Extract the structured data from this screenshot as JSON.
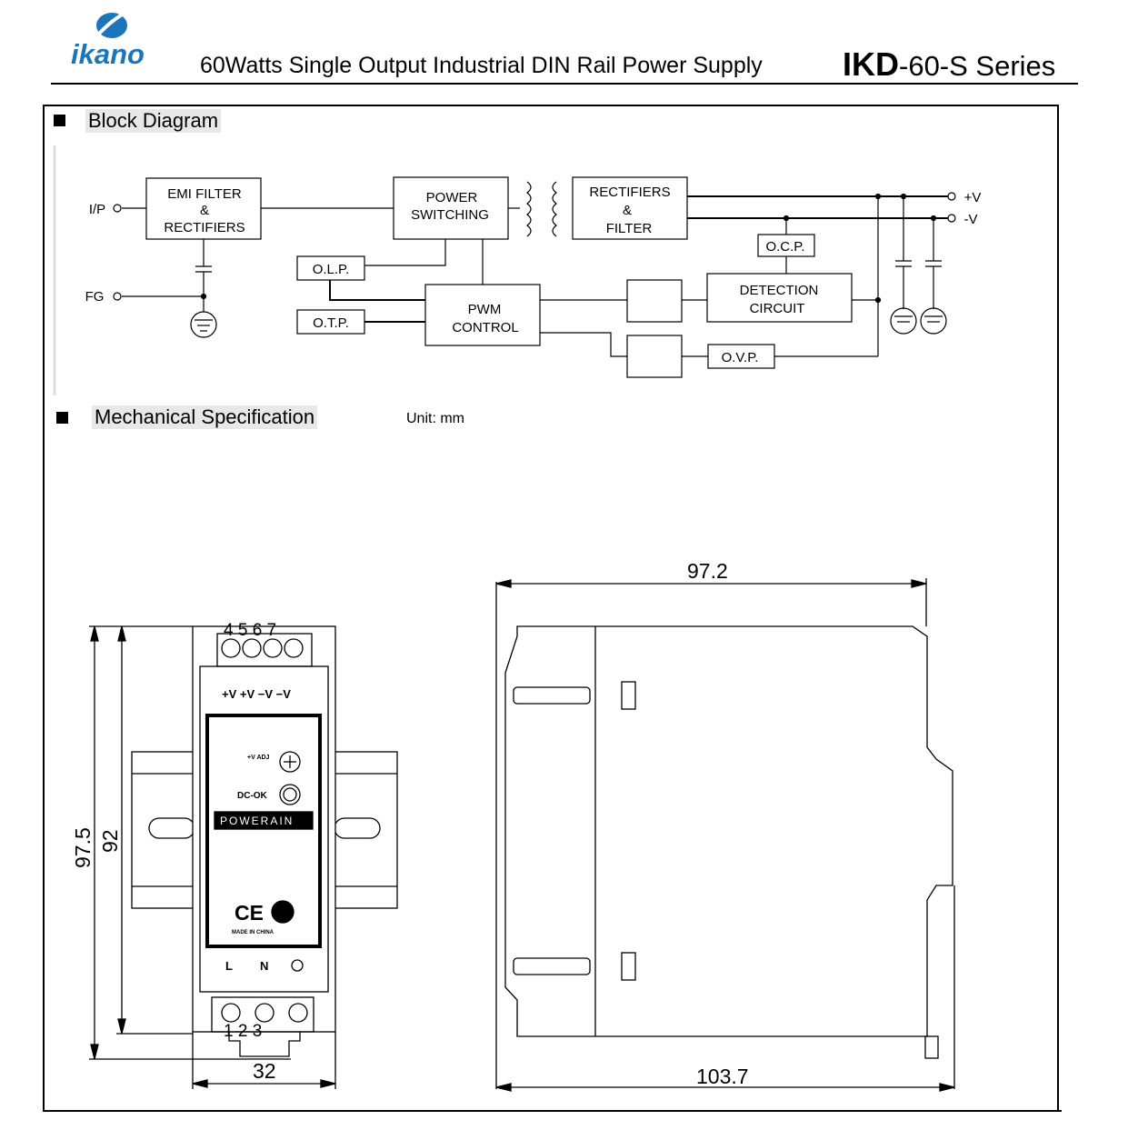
{
  "header": {
    "brand": "ikano",
    "subtitle": "60Watts Single Output Industrial DIN Rail Power Supply",
    "series_bold": "IKD",
    "series_rest": "-60-S Series"
  },
  "sections": {
    "block_diagram_title": "Block Diagram",
    "mechanical_title": "Mechanical Specification",
    "unit_label": "Unit: mm"
  },
  "block_diagram": {
    "emi_filter": [
      "EMI FILTER",
      "&",
      "RECTIFIERS"
    ],
    "power_switching": [
      "POWER",
      "SWITCHING"
    ],
    "rectifiers_filter": [
      "RECTIFIERS",
      "&",
      "FILTER"
    ],
    "olp": "O.L.P.",
    "otp": "O.T.P.",
    "pwm": [
      "PWM",
      "CONTROL"
    ],
    "ocp": "O.C.P.",
    "detection": [
      "DETECTION",
      "CIRCUIT"
    ],
    "ovp": "O.V.P.",
    "ip": "I/P",
    "fg": "FG",
    "plus_v": "+V",
    "minus_v": "-V"
  },
  "mechanical": {
    "front": {
      "terminals_top": "4 5 6 7",
      "outputs": "+V +V −V −V",
      "adj": "+V ADJ",
      "dc_ok": "DC-OK",
      "brand": "POWERAIN",
      "ce": "CE",
      "made_in": "MADE IN CHINA",
      "bottom_labels": [
        "L",
        "N"
      ],
      "terminals_bottom": "1 2 3"
    },
    "dimensions": {
      "height_total": "97.5",
      "height_body": "92",
      "width_front": "32",
      "depth_top": "97.2",
      "depth_bottom": "103.7"
    }
  }
}
